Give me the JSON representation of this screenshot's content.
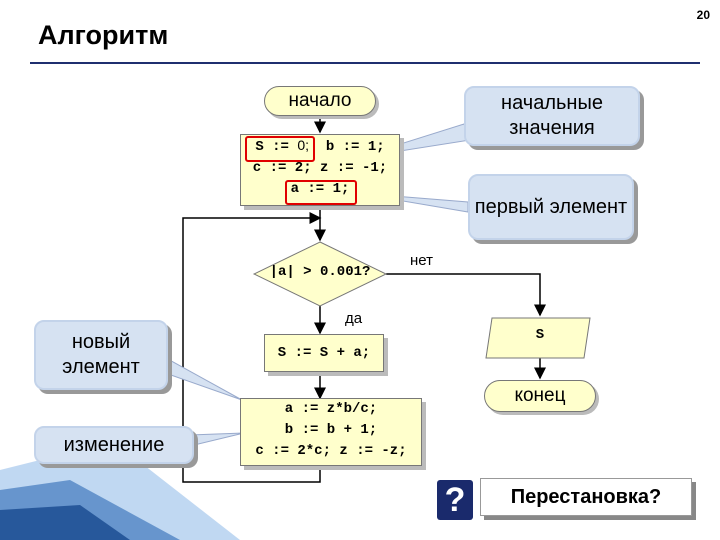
{
  "page": {
    "title": "Алгоритм",
    "number": "20"
  },
  "flowchart": {
    "start": "начало",
    "end": "конец",
    "init": {
      "line1_a": "S := ",
      "line1_b": "0;",
      "line1_c": "  b := 1;",
      "line2": "c := 2; z := -1;",
      "line3": "a := 1;"
    },
    "condition": "|a| > 0.001?",
    "yes_label": "да",
    "no_label": "нет",
    "sum": "S := S + a;",
    "update": {
      "line1": "a := z*b/c;",
      "line2": "b := b + 1;",
      "line3": "c := 2*c; z := -z;"
    },
    "output": "S"
  },
  "callouts": {
    "initial_values": "начальные значения",
    "first_element": "первый элемент",
    "new_element": "новый элемент",
    "change": "изменение"
  },
  "question": {
    "text": "Перестановка?",
    "icon": "question-icon",
    "icon_glyph": "?"
  },
  "colors": {
    "block_fill": "#ffffcc",
    "callout_fill": "#d6e2f2",
    "highlight": "#e00000",
    "accent": "#1f2f6f"
  }
}
